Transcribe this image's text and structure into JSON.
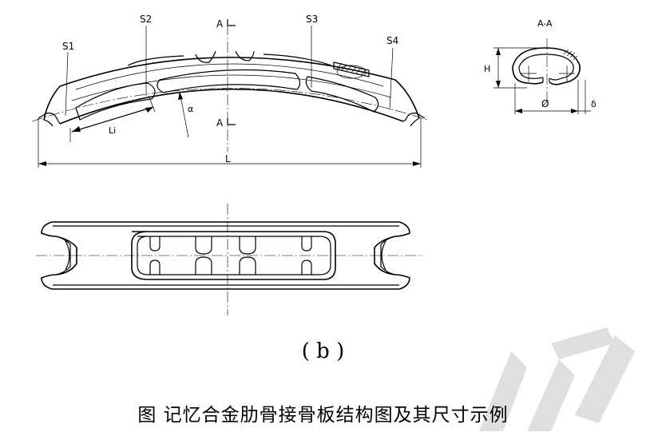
{
  "figure": {
    "sublabel": "( b )",
    "caption": "图 记忆合金肋骨接骨板结构图及其尺寸示例",
    "labels": {
      "s1": "S1",
      "s2": "S2",
      "s3": "S3",
      "s4": "S4",
      "section_top": "A",
      "section_bottom": "A",
      "section_view": "A-A",
      "overall_length": "L",
      "segment_length": "Li",
      "angle": "α",
      "height": "H",
      "diameter": "Ø",
      "thickness": "δ"
    }
  }
}
